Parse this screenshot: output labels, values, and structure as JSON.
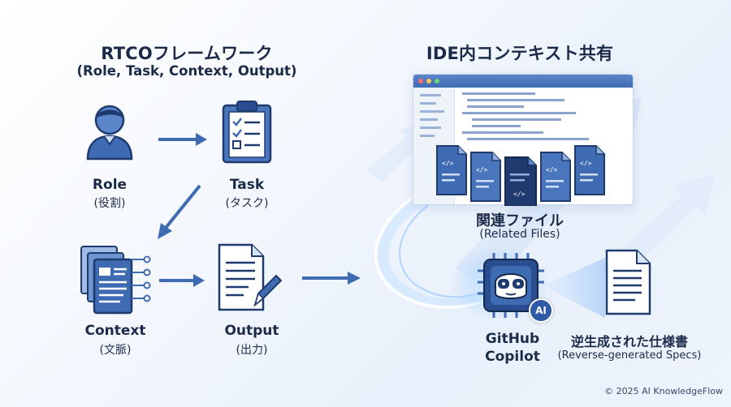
{
  "left_panel": {
    "title": "RTCOフレームワーク",
    "subtitle": "(Role, Task, Context, Output)",
    "nodes": {
      "role": {
        "label": "Role",
        "sub": "(役割)"
      },
      "task": {
        "label": "Task",
        "sub": "(タスク)"
      },
      "context": {
        "label": "Context",
        "sub": "(文脈)"
      },
      "output": {
        "label": "Output",
        "sub": "(出力)"
      }
    }
  },
  "right_panel": {
    "title": "IDE内コンテキスト共有",
    "related_files": {
      "label": "関連ファイル",
      "sub": "(Related Files)"
    },
    "copilot": {
      "line1": "GitHub",
      "line2": "Copilot",
      "badge": "AI"
    },
    "specs": {
      "label": "逆生成された仕様書",
      "sub": "(Reverse-generated Specs)"
    }
  },
  "footer": {
    "copyright": "© 2025 AI KnowledgeFlow"
  },
  "colors": {
    "primary_blue": "#3f6bb3",
    "dark_blue": "#2a4d8f",
    "light_blue": "#d6e4f7",
    "text_dark": "#1d2b4b",
    "glow": "#8fc3ff"
  },
  "icons": [
    "person-icon",
    "clipboard-checklist-icon",
    "stacked-documents-icon",
    "document-pencil-icon",
    "code-file-icon",
    "ai-robot-chip-icon",
    "document-icon",
    "arrow-icon"
  ]
}
